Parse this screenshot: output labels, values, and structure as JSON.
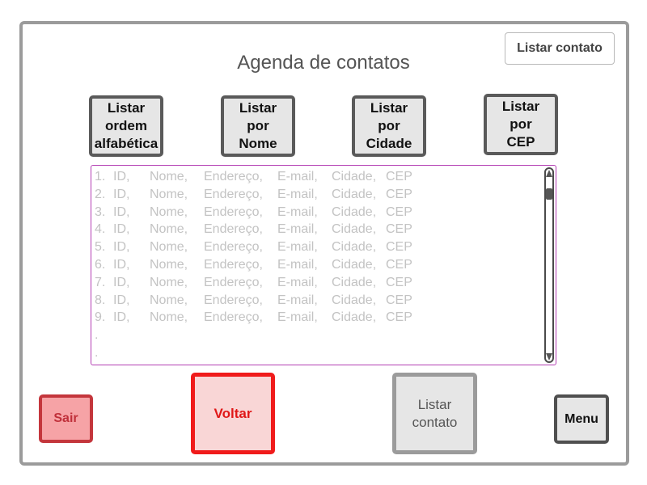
{
  "header": {
    "title": "Agenda de contatos",
    "breadcrumb_label": "Listar contato"
  },
  "sort_buttons": [
    {
      "line1": "Listar",
      "line2": "ordem",
      "line3": "alfabética"
    },
    {
      "line1": "Listar",
      "line2": "por",
      "line3": "Nome"
    },
    {
      "line1": "Listar",
      "line2": "por",
      "line3": "Cidade"
    },
    {
      "line1": "Listar",
      "line2": "por",
      "line3": "CEP"
    }
  ],
  "contacts_list": {
    "rows": [
      {
        "num": "1.",
        "id": "ID,",
        "nome": "Nome,",
        "endereco": "Endereço,",
        "email": "E-mail,",
        "cidade": "Cidade,",
        "cep": "CEP"
      },
      {
        "num": "2.",
        "id": "ID,",
        "nome": "Nome,",
        "endereco": "Endereço,",
        "email": "E-mail,",
        "cidade": "Cidade,",
        "cep": "CEP"
      },
      {
        "num": "3.",
        "id": "ID,",
        "nome": "Nome,",
        "endereco": "Endereço,",
        "email": "E-mail,",
        "cidade": "Cidade,",
        "cep": "CEP"
      },
      {
        "num": "4.",
        "id": "ID,",
        "nome": "Nome,",
        "endereco": "Endereço,",
        "email": "E-mail,",
        "cidade": "Cidade,",
        "cep": "CEP"
      },
      {
        "num": "5.",
        "id": "ID,",
        "nome": "Nome,",
        "endereco": "Endereço,",
        "email": "E-mail,",
        "cidade": "Cidade,",
        "cep": "CEP"
      },
      {
        "num": "6.",
        "id": "ID,",
        "nome": "Nome,",
        "endereco": "Endereço,",
        "email": "E-mail,",
        "cidade": "Cidade,",
        "cep": "CEP"
      },
      {
        "num": "7.",
        "id": "ID,",
        "nome": "Nome,",
        "endereco": "Endereço,",
        "email": "E-mail,",
        "cidade": "Cidade,",
        "cep": "CEP"
      },
      {
        "num": "8.",
        "id": "ID,",
        "nome": "Nome,",
        "endereco": "Endereço,",
        "email": "E-mail,",
        "cidade": "Cidade,",
        "cep": "CEP"
      },
      {
        "num": "9.",
        "id": "ID,",
        "nome": "Nome,",
        "endereco": "Endereço,",
        "email": "E-mail,",
        "cidade": "Cidade,",
        "cep": "CEP"
      }
    ],
    "continuation": [
      ".",
      "."
    ],
    "border_color": "#b33fb3"
  },
  "footer": {
    "exit_label": "Sair",
    "back_label": "Voltar",
    "list_line1": "Listar",
    "list_line2": "contato",
    "menu_label": "Menu"
  },
  "colors": {
    "exit": "#c4363c",
    "back": "#f01b1b",
    "neutral": "#9b9b9b"
  }
}
